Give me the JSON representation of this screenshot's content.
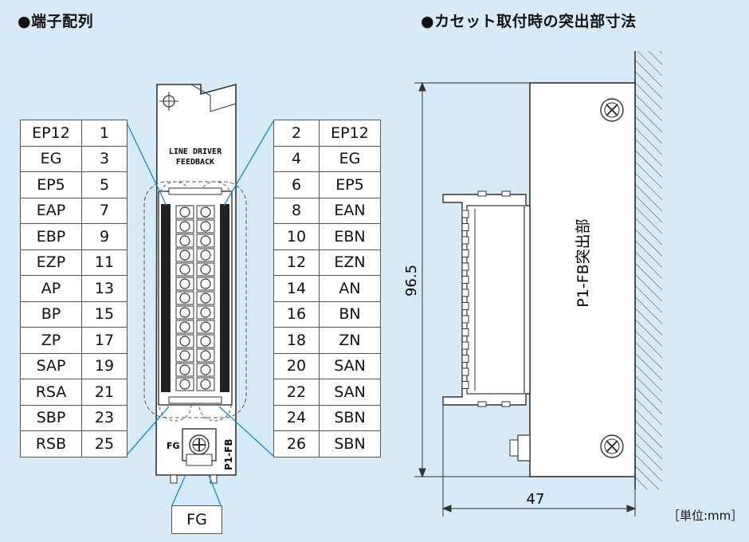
{
  "titles": {
    "left": "●端子配列",
    "right": "●カセット取付時の突出部寸法"
  },
  "left_pins": [
    {
      "signal": "EP12",
      "pin": "1"
    },
    {
      "signal": "EG",
      "pin": "3"
    },
    {
      "signal": "EP5",
      "pin": "5"
    },
    {
      "signal": "EAP",
      "pin": "7"
    },
    {
      "signal": "EBP",
      "pin": "9"
    },
    {
      "signal": "EZP",
      "pin": "11"
    },
    {
      "signal": "AP",
      "pin": "13"
    },
    {
      "signal": "BP",
      "pin": "15"
    },
    {
      "signal": "ZP",
      "pin": "17"
    },
    {
      "signal": "SAP",
      "pin": "19"
    },
    {
      "signal": "RSA",
      "pin": "21"
    },
    {
      "signal": "SBP",
      "pin": "23"
    },
    {
      "signal": "RSB",
      "pin": "25"
    }
  ],
  "right_pins": [
    {
      "pin": "2",
      "signal": "EP12"
    },
    {
      "pin": "4",
      "signal": "EG"
    },
    {
      "pin": "6",
      "signal": "EP5"
    },
    {
      "pin": "8",
      "signal": "EAN"
    },
    {
      "pin": "10",
      "signal": "EBN"
    },
    {
      "pin": "12",
      "signal": "EZN"
    },
    {
      "pin": "14",
      "signal": "AN"
    },
    {
      "pin": "16",
      "signal": "BN"
    },
    {
      "pin": "18",
      "signal": "ZN"
    },
    {
      "pin": "20",
      "signal": "SAN"
    },
    {
      "pin": "22",
      "signal": "SAN"
    },
    {
      "pin": "24",
      "signal": "SBN"
    },
    {
      "pin": "26",
      "signal": "SBN"
    }
  ],
  "module": {
    "label_line1": "LINE DRIVER",
    "label_line2": "FEEDBACK",
    "fg_label": "FG",
    "model": "P1-FB"
  },
  "fg_callout": "FG",
  "dimensions": {
    "height": "96.5",
    "depth": "47",
    "protrusion_label": "P1-FB突出部",
    "unit_label": "［単位:mm］"
  },
  "colors": {
    "background": "#d6ebf7",
    "leader_line": "#1a8fd0",
    "outline": "#333333"
  }
}
